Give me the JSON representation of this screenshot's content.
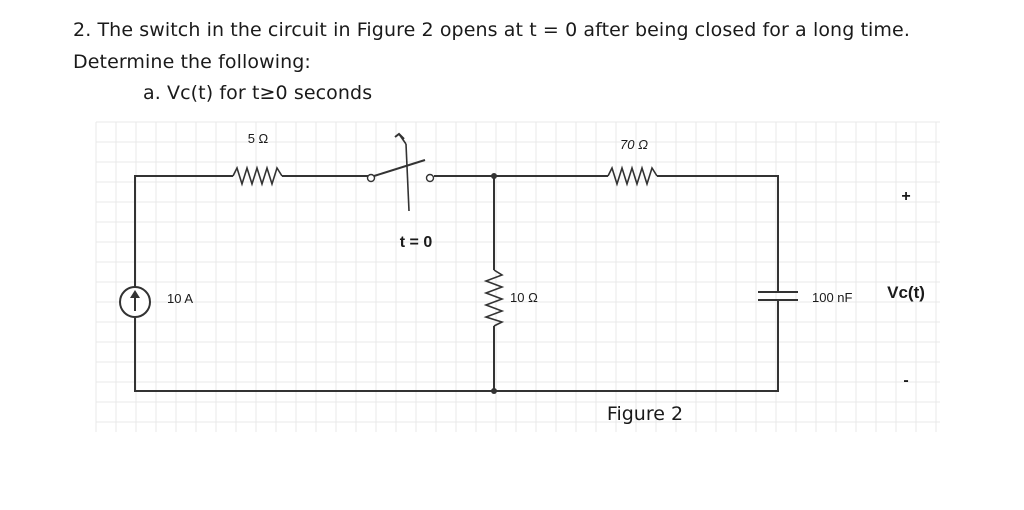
{
  "question": {
    "line1": "2. The switch in the circuit in Figure 2 opens at t = 0 after being closed for a long time.",
    "line2": "Determine the following:",
    "part_a": "a. Vc(t) for t≥0 seconds"
  },
  "circuit": {
    "source_label": "10 A",
    "r1_label": "5 Ω",
    "switch_label": "t = 0",
    "r2_label": "10 Ω",
    "r3_label": "70 Ω",
    "cap_label": "100 nF",
    "plus_sign": "+",
    "vc_label": "Vc(t)",
    "minus_sign": "-",
    "figure_caption": "Figure 2"
  },
  "colors": {
    "wire": "#333333",
    "grid": "#e8e8e8",
    "text": "#1a1a1a"
  }
}
